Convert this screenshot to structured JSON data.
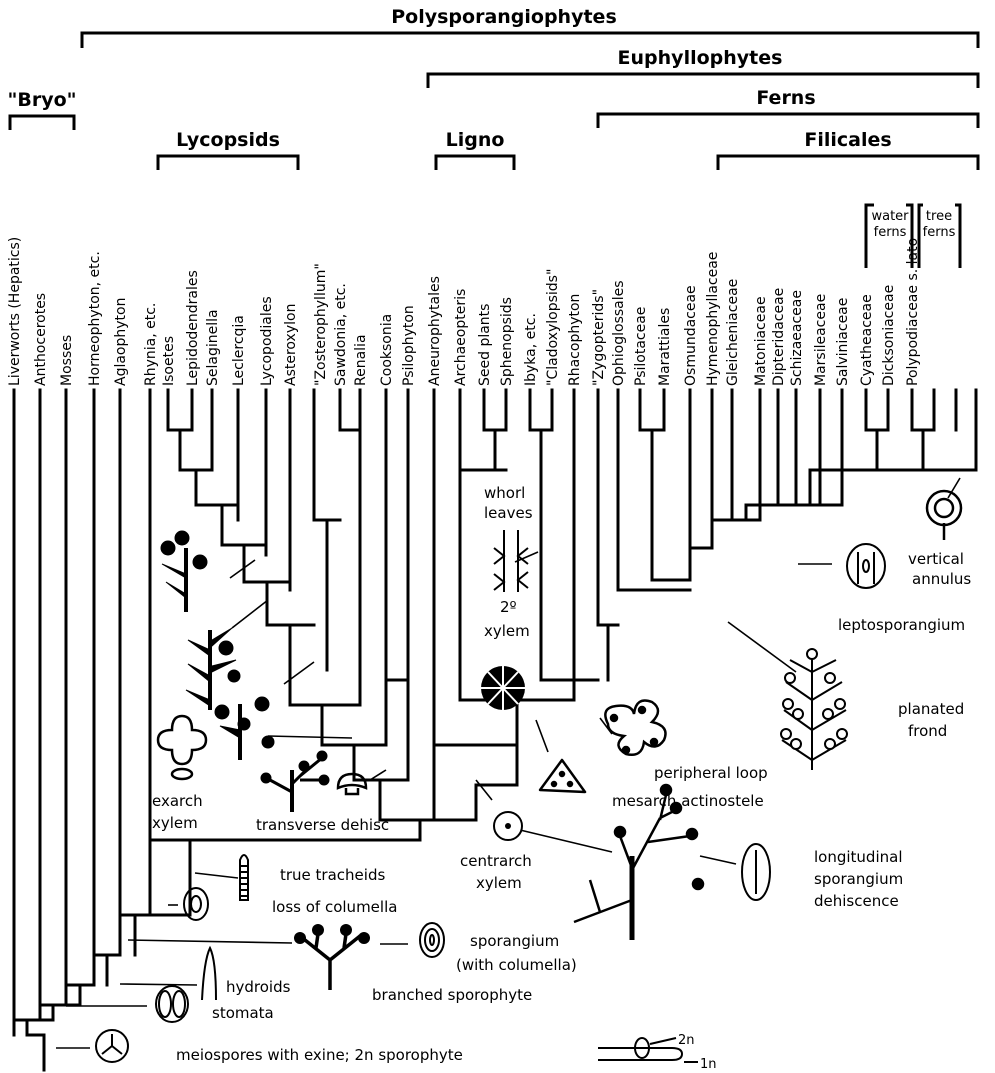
{
  "groups": {
    "polysporangiophytes": "Polysporangiophytes",
    "euphyllophytes": "Euphyllophytes",
    "bryo": "\"Bryo\"",
    "ferns": "Ferns",
    "lycopsids": "Lycopsids",
    "ligno": "Ligno",
    "filicales": "Filicales",
    "water_ferns": [
      "water",
      "ferns"
    ],
    "tree_ferns": [
      "tree",
      "ferns"
    ]
  },
  "taxa": [
    "Liverworts (Hepatics)",
    "Anthocerotes",
    "Mosses",
    "Horneophyton, etc.",
    "Aglaophyton",
    "Rhynia, etc.",
    "Isoetes",
    "Lepidodendrales",
    "Selaginella",
    "Leclercqia",
    "Lycopodiales",
    "Asteroxylon",
    "\"Zosterophyllum\"",
    "Sawdonia, etc.",
    "Renalia",
    "Cooksonia",
    "Psilophyton",
    "Aneurophytales",
    "Archaeopteris",
    "Seed plants",
    "Sphenopsids",
    "Ibyka, etc.",
    "\"Cladoxylopsids\"",
    "Rhacophyton",
    "\"Zygopterids\"",
    "Ophioglossales",
    "Psilotaceae",
    "Marattiales",
    "Osmundaceae",
    "Hymenophyllaceae",
    "Gleicheniaceae",
    "Matoniaceae",
    "Dipteridaceae",
    "Schizaeaceae",
    "Marsileaceae",
    "Salviniaceae",
    "Cyatheaceae",
    "Dicksoniaceae",
    "Polypodiaceae s. lato"
  ],
  "annotations": {
    "whorl": [
      "whorl",
      "leaves"
    ],
    "xylem2": [
      "2º",
      "xylem"
    ],
    "vertical_annulus": [
      "vertical",
      "annulus"
    ],
    "leptosporangium": "leptosporangium",
    "planated_frond": [
      "planated",
      "frond"
    ],
    "peripheral_loop": "peripheral loop",
    "mesarch": "mesarch actinostele",
    "exarch": [
      "exarch",
      "xylem"
    ],
    "transverse": "transverse dehisc",
    "centrarch": [
      "centrarch",
      "xylem"
    ],
    "longitudinal": [
      "longitudinal",
      "sporangium",
      "dehiscence"
    ],
    "true_tracheids": "true tracheids",
    "loss_columella": "loss of columella",
    "sporangium": [
      "sporangium",
      "(with columella)"
    ],
    "hydroids": "hydroids",
    "stomata": "stomata",
    "branched": "branched sporophyte",
    "meiospores": "meiospores with exine; 2n sporophyte",
    "ploidy_2n": "2n",
    "ploidy_1n": "1n"
  }
}
